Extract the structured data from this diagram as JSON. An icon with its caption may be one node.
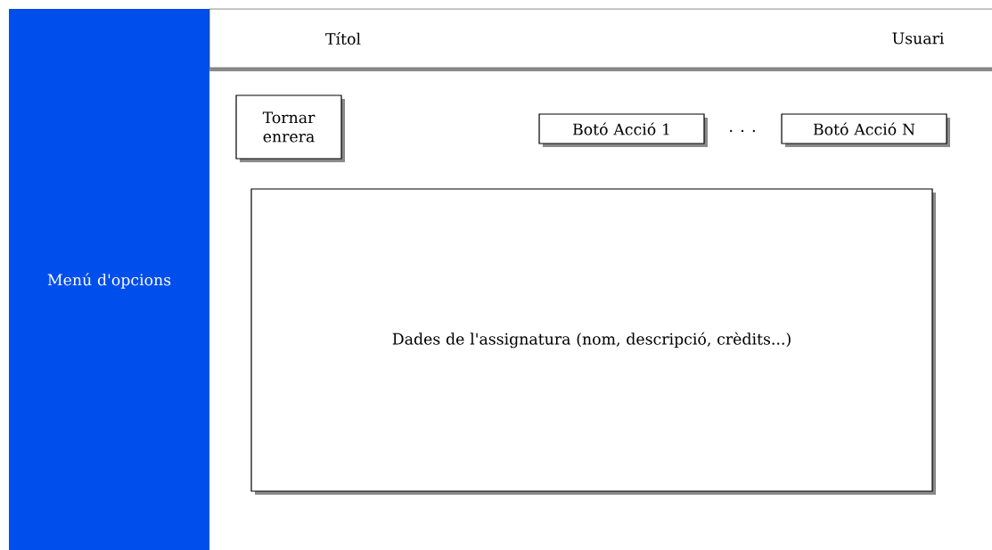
{
  "diagram": {
    "nodes": [
      {
        "text": [
          "Menú d'opcions"
        ]
      },
      {
        "text": [
          "Títol",
          "Usuari"
        ]
      },
      {
        "text": [
          "Tornar enrera"
        ]
      },
      {
        "text": [
          "Botó Acció 1"
        ]
      },
      {
        "text": [
          "Botó Acció N"
        ]
      },
      {
        "text": [
          "Dades de l'assignatura (nom, descripció, crèdits...)"
        ]
      }
    ],
    "edges": [],
    "labels": [
      ". . ."
    ]
  }
}
